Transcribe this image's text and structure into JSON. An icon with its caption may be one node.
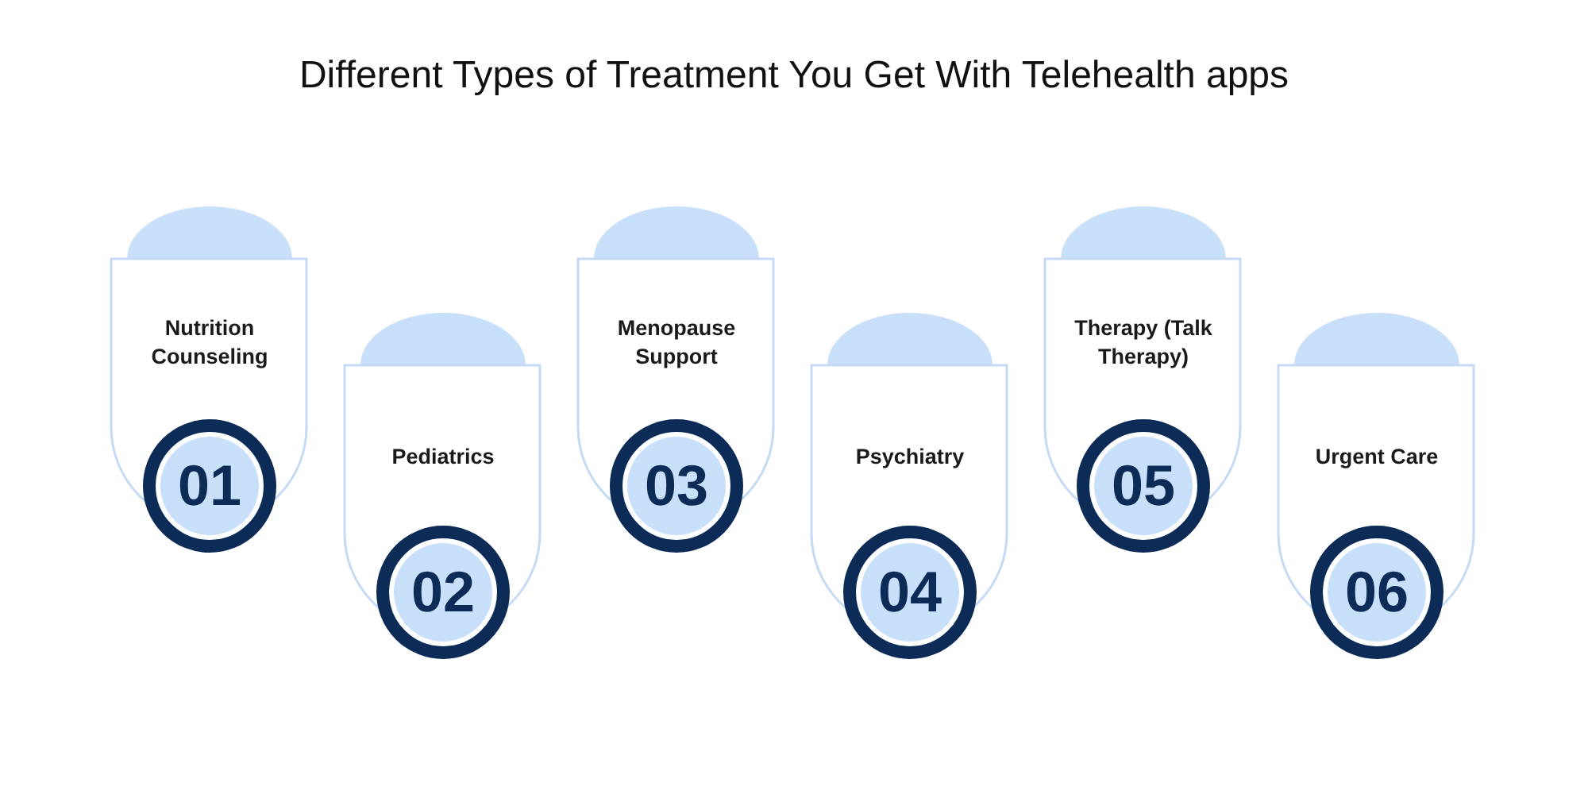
{
  "diagram": {
    "title": "Different Types of Treatment You Get With Telehealth apps",
    "nodes": [
      {
        "text": [
          "Nutrition Counseling"
        ]
      },
      {
        "text": [
          "01"
        ]
      },
      {
        "text": [
          "Pediatrics"
        ]
      },
      {
        "text": [
          "02"
        ]
      },
      {
        "text": [
          "Menopause Support"
        ]
      },
      {
        "text": [
          "03"
        ]
      },
      {
        "text": [
          "Psychiatry"
        ]
      },
      {
        "text": [
          "04"
        ]
      },
      {
        "text": [
          "Therapy (Talk Therapy)"
        ]
      },
      {
        "text": [
          "05"
        ]
      },
      {
        "text": [
          "Urgent Care"
        ]
      },
      {
        "text": [
          "06"
        ]
      }
    ]
  }
}
